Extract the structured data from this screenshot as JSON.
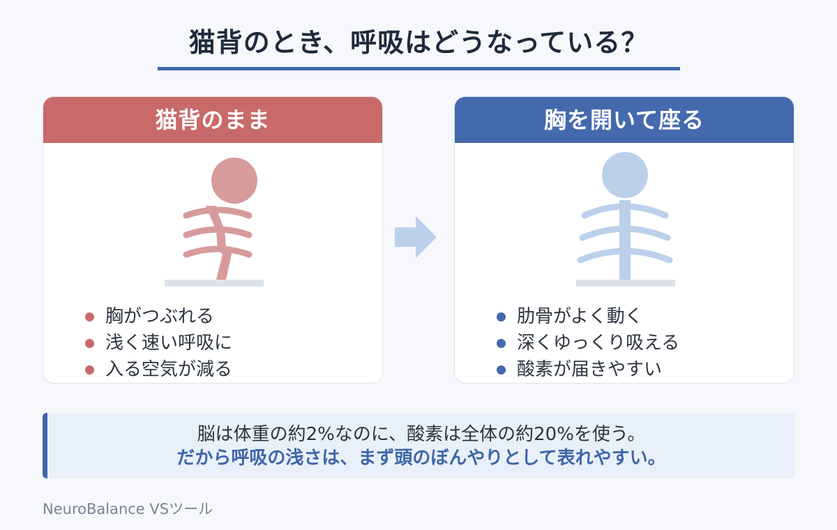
{
  "title": "猫背のとき、呼吸はどうなっている？",
  "colors": {
    "accent_red": "#c96a6a",
    "accent_blue": "#4469ad",
    "figure_red": "#d79b9b",
    "figure_blue": "#bcd0ea",
    "floor": "#dde3ea"
  },
  "left_card": {
    "header": "猫背のまま",
    "bullets": [
      "胸がつぶれる",
      "浅く速い呼吸に",
      "入る空気が減る"
    ]
  },
  "right_card": {
    "header": "胸を開いて座る",
    "bullets": [
      "肋骨がよく動く",
      "深くゆっくり吸える",
      "酸素が届きやすい"
    ]
  },
  "note": {
    "line1": "脳は体重の約2%なのに、酸素は全体の約20%を使う。",
    "line2": "だから呼吸の浅さは、まず頭のぼんやりとして表れやすい。"
  },
  "footer": "NeuroBalance VSツール"
}
